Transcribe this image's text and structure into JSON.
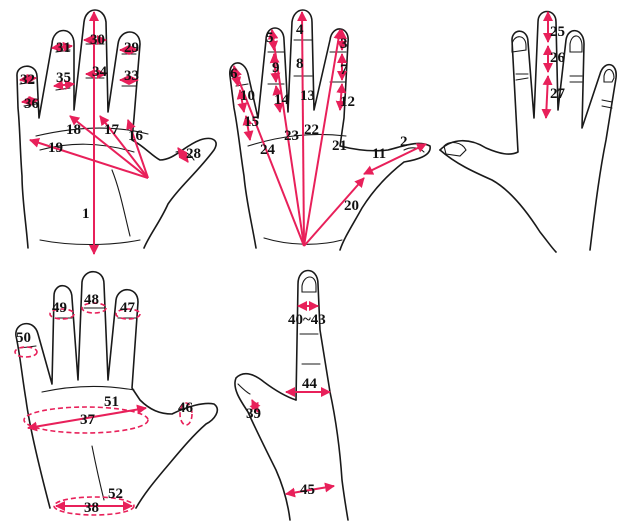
{
  "colors": {
    "measure": "#e8205a",
    "outline": "#1a1a1a",
    "label": "#111111"
  },
  "labels": {
    "m1": "1",
    "m2": "2",
    "m3": "3",
    "m4": "4",
    "m5": "5",
    "m6": "6",
    "m7": "7",
    "m8": "8",
    "m9": "9",
    "m10": "10",
    "m11": "11",
    "m12": "12",
    "m13": "13",
    "m14": "14",
    "m15": "15",
    "m16": "16",
    "m17": "17",
    "m18": "18",
    "m19": "19",
    "m20": "20",
    "m21": "21",
    "m22": "22",
    "m23": "23",
    "m24": "24",
    "m25": "25",
    "m26": "26",
    "m27": "27",
    "m28": "28",
    "m29": "29",
    "m30": "30",
    "m31": "31",
    "m32": "32",
    "m33": "33",
    "m34": "34",
    "m35": "35",
    "m36": "36",
    "m37": "37",
    "m38": "38",
    "m39": "39",
    "m40_43": "40~43",
    "m44": "44",
    "m45": "45",
    "m46": "46",
    "m47": "47",
    "m48": "48",
    "m49": "49",
    "m50": "50",
    "m51": "51",
    "m52": "52"
  }
}
